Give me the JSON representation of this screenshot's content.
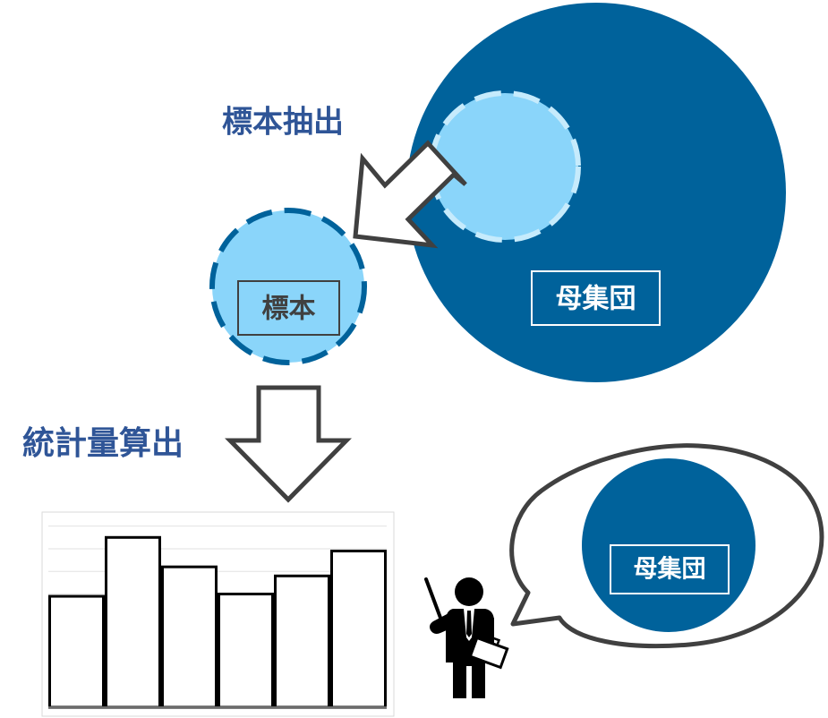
{
  "labels": {
    "sampling": "標本抽出",
    "statistics": "統計量算出",
    "sample": "標本",
    "population": "母集団",
    "population_bubble": "母集団"
  },
  "chart_data": {
    "type": "bar",
    "categories": [
      "",
      "",
      "",
      "",
      "",
      ""
    ],
    "values": [
      4.9,
      7.5,
      6.2,
      5.0,
      5.8,
      6.9
    ],
    "ylim": [
      0,
      8.5
    ],
    "grid": true,
    "title": "",
    "xlabel": "",
    "ylabel": ""
  },
  "colors": {
    "population_fill": "#00629b",
    "sample_fill": "#8ad5fa",
    "sample_dash_on_population": "#c6ebfc",
    "sample_dash": "#00629b",
    "heading_text": "#2f5597",
    "arrow_stroke": "#404040",
    "bubble_stroke": "#404040",
    "person": "#000000"
  },
  "icons": {
    "person": "presenter-icon",
    "briefcase": "briefcase-icon",
    "pointer": "pointer-stick-icon"
  }
}
